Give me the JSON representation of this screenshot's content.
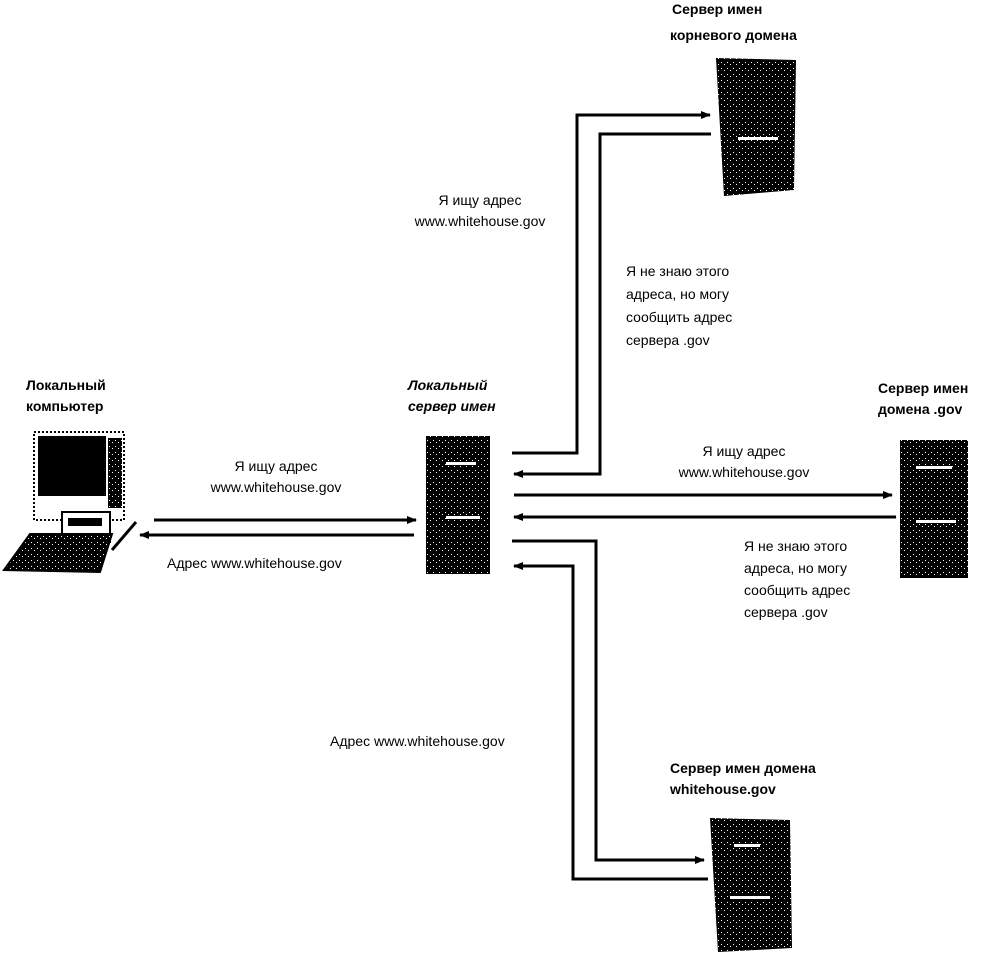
{
  "nodes": {
    "local_computer": {
      "line1": "Локальный",
      "line2": "компьютер"
    },
    "local_server": {
      "line1": "Локальный",
      "line2": "сервер имен"
    },
    "root_server": {
      "line1": "Сервер имен",
      "line2": "корневого домена"
    },
    "gov_server": {
      "line1": "Сервер имен",
      "line2": "домена .gov"
    },
    "whitehouse_server": {
      "line1": "Сервер имен домена",
      "line2": "whitehouse.gov"
    }
  },
  "messages": {
    "pc_request": {
      "line1": "Я ищу адрес",
      "line2": "www.whitehouse.gov"
    },
    "pc_response": {
      "line1": "Адрес  www.whitehouse.gov"
    },
    "root_request": {
      "line1": "Я ищу адрес",
      "line2": "www.whitehouse.gov"
    },
    "root_response": {
      "line1": "Я не знаю этого",
      "line2": "адреса, но могу",
      "line3": "сообщить  адрес",
      "line4": "сервера  .gov"
    },
    "gov_request": {
      "line1": "Я ищу адрес",
      "line2": "www.whitehouse.gov"
    },
    "gov_response": {
      "line1": "Я не знаю этого",
      "line2": "адреса, но могу",
      "line3": "сообщить адрес",
      "line4": "сервера .gov"
    },
    "whitehouse_response": {
      "line1": "Адрес  www.whitehouse.gov"
    }
  }
}
